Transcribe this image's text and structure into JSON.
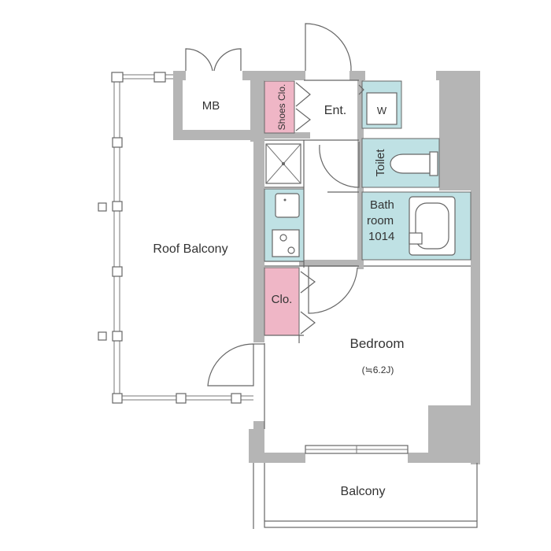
{
  "rooms": {
    "mb": "MB",
    "entrance": "Ent.",
    "shoes_closet": "Shoes Clo.",
    "washer": "W",
    "toilet": "Toilet",
    "bathroom_line1": "Bath",
    "bathroom_line2": "room",
    "bathroom_line3": "1014",
    "roof_balcony": "Roof Balcony",
    "closet": "Clo.",
    "bedroom": "Bedroom",
    "bedroom_size": "(≒6.2J)",
    "balcony": "Balcony"
  },
  "colors": {
    "wall": "#b5b5b5",
    "wet_area": "#bfe1e4",
    "closet": "#efb6c6",
    "line": "#666666"
  }
}
